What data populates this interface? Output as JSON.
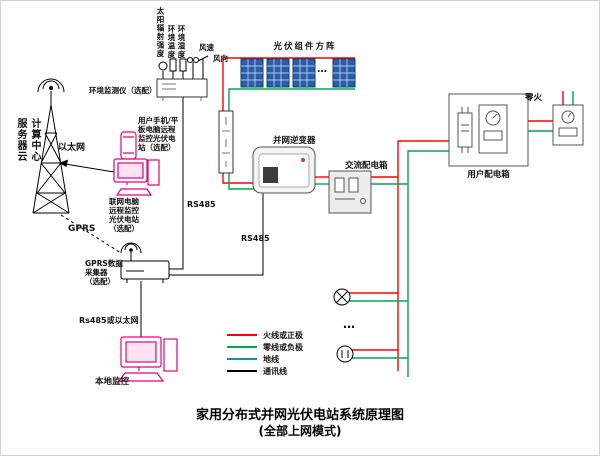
{
  "diagram": {
    "title_line1": "家用分布式并网光伏电站系统原理图",
    "title_line2": "(全部上网模式)"
  },
  "colors": {
    "live": "#ff0000",
    "neutral": "#00a651",
    "ground": "#009e96",
    "comm": "#000000",
    "pv": "#2a5ea8",
    "device": "#e6007e"
  },
  "legend": {
    "items": [
      {
        "label": "火线或正极",
        "color": "#ff0000"
      },
      {
        "label": "零线或负极",
        "color": "#00a651"
      },
      {
        "label": "地线",
        "color": "#009e96"
      },
      {
        "label": "通讯线",
        "color": "#000000"
      }
    ]
  },
  "labels": {
    "cloud_col1": "服务器云",
    "cloud_col2": "计算中心",
    "ethernet": "以太网",
    "gprs": "GPRS",
    "sensor1": "太阳辐射强度",
    "sensor2": "环境温度",
    "sensor3": "环境湿度",
    "wind_speed": "风速",
    "wind_dir": "风向",
    "env_monitor": "环境监测仪（选配）",
    "pv_array": "光伏组件方阵",
    "inverter": "并网逆变器",
    "rs485_a": "RS485",
    "rs485_b": "RS485",
    "ac_box": "交流配电箱",
    "user_box": "用户配电箱",
    "neutral_live": "零火",
    "phone_l1": "用户手机/平",
    "phone_l2": "板电脑远程",
    "phone_l3": "监控光伏电",
    "phone_l4": "站（选配）",
    "pc_l1": "联网电脑",
    "pc_l2": "远程监控",
    "pc_l3": "光伏电站",
    "pc_l4": "（选配）",
    "collector_l1": "GPRS数据",
    "collector_l2": "采集器",
    "collector_l3": "（选配）",
    "rs485_eth": "Rs485或以太网",
    "local_monitor": "本地监控",
    "panel_ellipsis": "…",
    "load_ellipsis": "…"
  }
}
